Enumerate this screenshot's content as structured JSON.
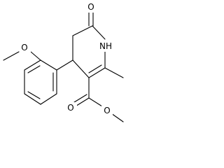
{
  "atom_labels": {
    "methoxy_oxygen": "O",
    "carbonyl_oxygen_ring": "O",
    "ring_nitrogen": "NH",
    "ester_carbonyl_oxygen": "O",
    "ester_ether_oxygen": "O"
  }
}
